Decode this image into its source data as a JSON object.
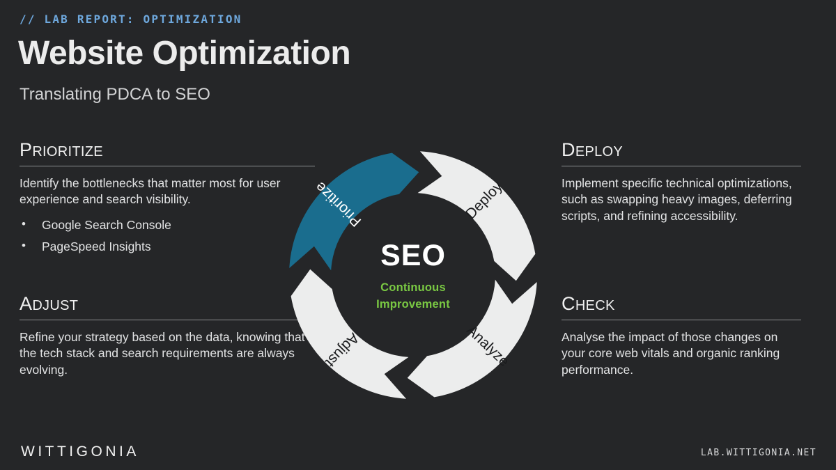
{
  "header": {
    "eyebrow": "// LAB REPORT: OPTIMIZATION",
    "title": "Website Optimization",
    "subtitle": "Translating PDCA to SEO"
  },
  "blocks": [
    {
      "id": "prioritize",
      "heading_cap": "P",
      "heading_rest": "RIORITIZE",
      "body": "Identify the bottlenecks that matter most for user experience and search visibility.",
      "bullets": [
        "Google Search Console",
        "PageSpeed Insights"
      ]
    },
    {
      "id": "deploy",
      "heading_cap": "D",
      "heading_rest": "EPLOY",
      "body": "Implement specific technical optimizations, such as swapping heavy images, deferring scripts, and refining accessibility.",
      "bullets": []
    },
    {
      "id": "adjust",
      "heading_cap": "A",
      "heading_rest": "DJUST",
      "body": "Refine your strategy based on the data, knowing that the tech stack and search requirements are always evolving.",
      "bullets": []
    },
    {
      "id": "check",
      "heading_cap": "C",
      "heading_rest": "HECK",
      "body": "Analyse the impact of those changes on your core web vitals and organic ranking performance.",
      "bullets": []
    }
  ],
  "cycle": {
    "hub_title": "SEO",
    "hub_sub_line1": "Continuous",
    "hub_sub_line2": "Improvement",
    "segments": [
      {
        "label": "Prioritize",
        "color": "#1a6d8e",
        "text_color": "#ffffff",
        "position": "top-left",
        "highlighted": true
      },
      {
        "label": "Deploy",
        "color": "#eceded",
        "text_color": "#1b1c1e",
        "position": "top-right",
        "highlighted": false
      },
      {
        "label": "Analyze",
        "color": "#eceded",
        "text_color": "#1b1c1e",
        "position": "bottom-right",
        "highlighted": false
      },
      {
        "label": "Adjust",
        "color": "#eceded",
        "text_color": "#1b1c1e",
        "position": "bottom-left",
        "highlighted": false
      }
    ]
  },
  "footer": {
    "brand": "WITTIGONIA",
    "url": "LAB.WITTIGONIA.NET"
  },
  "colors": {
    "background": "#252628",
    "accent_blue": "#6ea8dd",
    "accent_teal": "#1a6d8e",
    "accent_green": "#7ac943",
    "ring_white": "#eceded",
    "text_primary": "#ececec"
  }
}
